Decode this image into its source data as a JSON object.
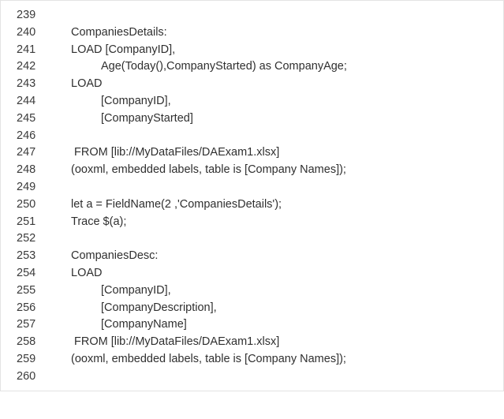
{
  "lines": [
    {
      "num": "239",
      "text": ""
    },
    {
      "num": "240",
      "text": "CompaniesDetails:"
    },
    {
      "num": "241",
      "text": "LOAD [CompanyID],"
    },
    {
      "num": "242",
      "text": "Age(Today(),CompanyStarted) as CompanyAge;"
    },
    {
      "num": "243",
      "text": "LOAD"
    },
    {
      "num": "244",
      "text": "[CompanyID],"
    },
    {
      "num": "245",
      "text": "[CompanyStarted]"
    },
    {
      "num": "246",
      "text": ""
    },
    {
      "num": "247",
      "text": "FROM [lib://MyDataFiles/DAExam1.xlsx]"
    },
    {
      "num": "248",
      "text": "(ooxml, embedded labels, table is [Company Names]);"
    },
    {
      "num": "249",
      "text": ""
    },
    {
      "num": "250",
      "text": "let a = FieldName(2 ,'CompaniesDetails');"
    },
    {
      "num": "251",
      "text": "Trace $(a);"
    },
    {
      "num": "252",
      "text": ""
    },
    {
      "num": "253",
      "text": "CompaniesDesc:"
    },
    {
      "num": "254",
      "text": "LOAD"
    },
    {
      "num": "255",
      "text": "[CompanyID],"
    },
    {
      "num": "256",
      "text": "[CompanyDescription],"
    },
    {
      "num": "257",
      "text": "[CompanyName]"
    },
    {
      "num": "258",
      "text": "FROM [lib://MyDataFiles/DAExam1.xlsx]"
    },
    {
      "num": "259",
      "text": "(ooxml, embedded labels, table is [Company Names]);"
    },
    {
      "num": "260",
      "text": ""
    }
  ]
}
